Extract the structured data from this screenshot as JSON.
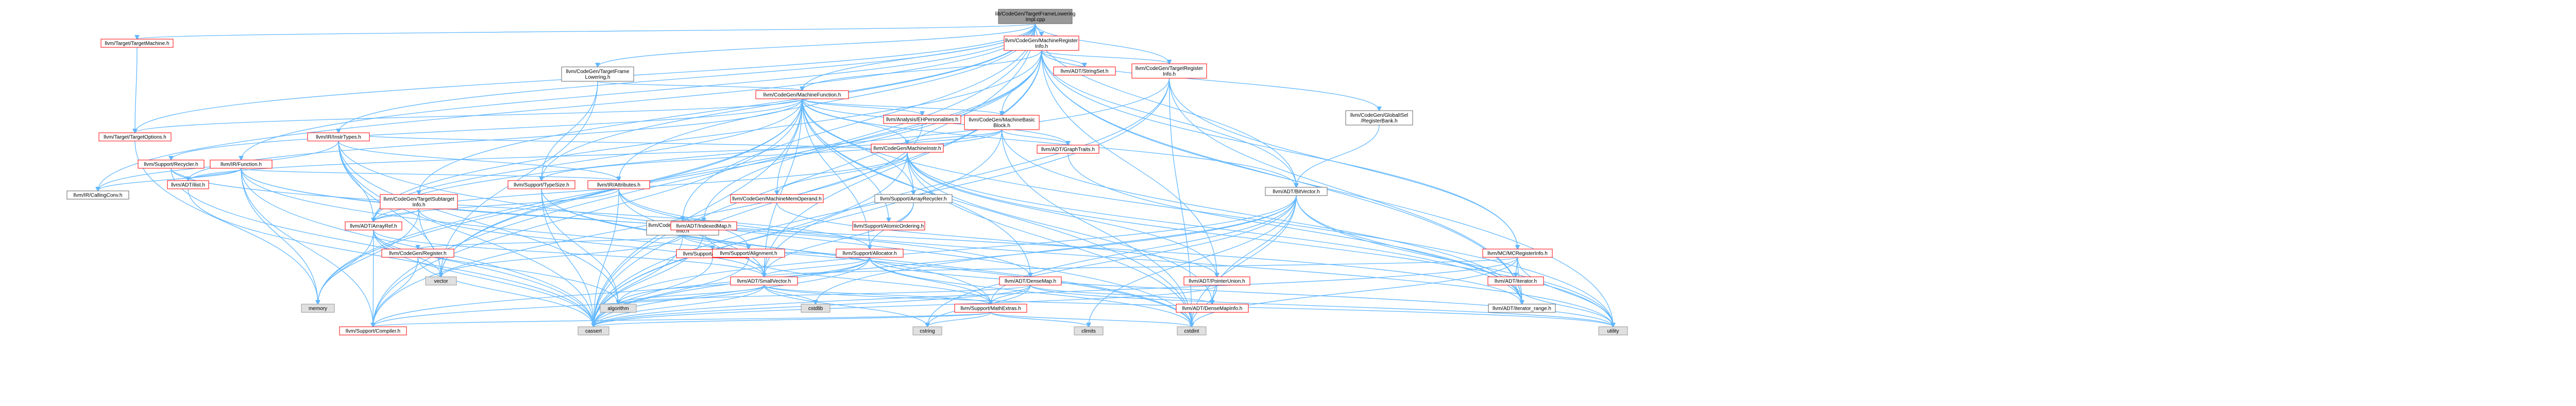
{
  "graph": {
    "colors": {
      "red_border": "#ff0000",
      "gray_fill": "#e0e0e0",
      "root_fill": "#999999",
      "edge": "#63b8ff"
    },
    "nodes": [
      {
        "id": "root",
        "lines": [
          "lib/CodeGen/TargetFrameLowering",
          "Impl.cpp"
        ],
        "style": "root"
      },
      {
        "id": "TargetMachine",
        "lines": [
          "llvm/Target/TargetMachine.h"
        ],
        "style": "red"
      },
      {
        "id": "TargetOptions",
        "lines": [
          "llvm/Target/TargetOptions.h"
        ],
        "style": "red"
      },
      {
        "id": "IRFunction",
        "lines": [
          "llvm/IR/Function.h"
        ],
        "style": "red"
      },
      {
        "id": "IRAttributes",
        "lines": [
          "llvm/IR/Attributes.h"
        ],
        "style": "red"
      },
      {
        "id": "IRCallingConv",
        "lines": [
          "llvm/IR/CallingConv.h"
        ],
        "style": "plain"
      },
      {
        "id": "IRInstrTypes",
        "lines": [
          "llvm/IR/InstrTypes.h"
        ],
        "style": "red"
      },
      {
        "id": "SupportRecycler",
        "lines": [
          "llvm/Support/Recycler.h"
        ],
        "style": "red"
      },
      {
        "id": "ADTilist",
        "lines": [
          "llvm/ADT/ilist.h"
        ],
        "style": "red"
      },
      {
        "id": "TFLowering",
        "lines": [
          "llvm/CodeGen/TargetFrame",
          "Lowering.h"
        ],
        "style": "plain"
      },
      {
        "id": "SupportTypeSize",
        "lines": [
          "llvm/Support/TypeSize.h"
        ],
        "style": "red"
      },
      {
        "id": "TargetSubtarget",
        "lines": [
          "llvm/CodeGen/TargetSubtarget",
          "Info.h"
        ],
        "style": "red"
      },
      {
        "id": "ADTArrayRef",
        "lines": [
          "llvm/ADT/ArrayRef.h"
        ],
        "style": "red"
      },
      {
        "id": "MFunction",
        "lines": [
          "llvm/CodeGen/MachineFunction.h"
        ],
        "style": "red"
      },
      {
        "id": "MFrameInfo",
        "lines": [
          "llvm/CodeGen/MachineFrame",
          "Info.h"
        ],
        "style": "plain"
      },
      {
        "id": "SupportDataTypes",
        "lines": [
          "llvm/Support/DataTypes.h"
        ],
        "style": "red"
      },
      {
        "id": "CodeGenRegister",
        "lines": [
          "llvm/CodeGen/Register.h"
        ],
        "style": "red"
      },
      {
        "id": "ADTIndexedMap",
        "lines": [
          "llvm/ADT/IndexedMap.h"
        ],
        "style": "red"
      },
      {
        "id": "SupportAlignment",
        "lines": [
          "llvm/Support/Alignment.h"
        ],
        "style": "red"
      },
      {
        "id": "ADTSmallVector",
        "lines": [
          "llvm/ADT/SmallVector.h"
        ],
        "style": "red"
      },
      {
        "id": "MRegInfo",
        "lines": [
          "llvm/CodeGen/MachineRegister",
          "Info.h"
        ],
        "style": "red"
      },
      {
        "id": "ADTStringSet",
        "lines": [
          "llvm/ADT/StringSet.h"
        ],
        "style": "red"
      },
      {
        "id": "TRegInfo",
        "lines": [
          "llvm/CodeGen/TargetRegister",
          "Info.h"
        ],
        "style": "red"
      },
      {
        "id": "GlobalISel",
        "lines": [
          "llvm/CodeGen/GlobalISel",
          "/RegisterBank.h"
        ],
        "style": "plain"
      },
      {
        "id": "MBasicBlock",
        "lines": [
          "llvm/CodeGen/MachineBasic",
          "Block.h"
        ],
        "style": "red"
      },
      {
        "id": "EHPersonalities",
        "lines": [
          "llvm/Analysis/EHPersonalities.h"
        ],
        "style": "red"
      },
      {
        "id": "MInstr",
        "lines": [
          "llvm/CodeGen/MachineInstr.h"
        ],
        "style": "red"
      },
      {
        "id": "ArrayRecycler",
        "lines": [
          "llvm/Support/ArrayRecycler.h"
        ],
        "style": "plain"
      },
      {
        "id": "MMemOperand",
        "lines": [
          "llvm/CodeGen/MachineMemOperand.h"
        ],
        "style": "red"
      },
      {
        "id": "AtomicOrdering",
        "lines": [
          "llvm/Support/AtomicOrdering.h"
        ],
        "style": "red"
      },
      {
        "id": "SupportAllocator",
        "lines": [
          "llvm/Support/Allocator.h"
        ],
        "style": "red"
      },
      {
        "id": "ADTGraphTraits",
        "lines": [
          "llvm/ADT/GraphTraits.h"
        ],
        "style": "red"
      },
      {
        "id": "ADTBitVector",
        "lines": [
          "llvm/ADT/BitVector.h"
        ],
        "style": "plain"
      },
      {
        "id": "ADTDenseMap",
        "lines": [
          "llvm/ADT/DenseMap.h"
        ],
        "style": "red"
      },
      {
        "id": "ADTPointerUnion",
        "lines": [
          "llvm/ADT/PointerUnion.h"
        ],
        "style": "red"
      },
      {
        "id": "ADTDenseMapInfo",
        "lines": [
          "llvm/ADT/DenseMapInfo.h"
        ],
        "style": "red"
      },
      {
        "id": "MCRegisterInfo",
        "lines": [
          "llvm/MC/MCRegisterInfo.h"
        ],
        "style": "red"
      },
      {
        "id": "ADTiterator",
        "lines": [
          "llvm/ADT/iterator.h"
        ],
        "style": "red"
      },
      {
        "id": "ADTiteratorrange",
        "lines": [
          "llvm/ADT/iterator_range.h"
        ],
        "style": "plain"
      },
      {
        "id": "SupportMathExtras",
        "lines": [
          "llvm/Support/MathExtras.h"
        ],
        "style": "red"
      },
      {
        "id": "SupportCompiler",
        "lines": [
          "llvm/Support/Compiler.h"
        ],
        "style": "red"
      },
      {
        "id": "vector",
        "lines": [
          "vector"
        ],
        "style": "gray"
      },
      {
        "id": "memory",
        "lines": [
          "memory"
        ],
        "style": "gray"
      },
      {
        "id": "algorithm",
        "lines": [
          "algorithm"
        ],
        "style": "gray"
      },
      {
        "id": "cstdlib",
        "lines": [
          "cstdlib"
        ],
        "style": "gray"
      },
      {
        "id": "cassert",
        "lines": [
          "cassert"
        ],
        "style": "gray"
      },
      {
        "id": "cstring",
        "lines": [
          "cstring"
        ],
        "style": "gray"
      },
      {
        "id": "climits",
        "lines": [
          "climits"
        ],
        "style": "gray"
      },
      {
        "id": "cstdint",
        "lines": [
          "cstdint"
        ],
        "style": "gray"
      },
      {
        "id": "utility",
        "lines": [
          "utility"
        ],
        "style": "gray"
      }
    ],
    "edges": [
      [
        "root",
        "TargetMachine"
      ],
      [
        "root",
        "TargetOptions"
      ],
      [
        "root",
        "IRFunction"
      ],
      [
        "root",
        "IRCallingConv"
      ],
      [
        "root",
        "IRInstrTypes"
      ],
      [
        "root",
        "TFLowering"
      ],
      [
        "root",
        "TargetSubtarget"
      ],
      [
        "root",
        "MFunction"
      ],
      [
        "root",
        "MFrameInfo"
      ],
      [
        "root",
        "MRegInfo"
      ],
      [
        "root",
        "TRegInfo"
      ],
      [
        "root",
        "ADTBitVector"
      ],
      [
        "root",
        "SupportCompiler"
      ],
      [
        "root",
        "cassert"
      ],
      [
        "root",
        "SupportTypeSize"
      ],
      [
        "root",
        "IRAttributes"
      ],
      [
        "TargetMachine",
        "TargetOptions"
      ],
      [
        "TargetOptions",
        "memory"
      ],
      [
        "TFLowering",
        "MFunction"
      ],
      [
        "TFLowering",
        "SupportTypeSize"
      ],
      [
        "TFLowering",
        "vector"
      ],
      [
        "MFunction",
        "MBasicBlock"
      ],
      [
        "MFunction",
        "MInstr"
      ],
      [
        "MFunction",
        "EHPersonalities"
      ],
      [
        "MFunction",
        "ADTGraphTraits"
      ],
      [
        "MFunction",
        "ArrayRecycler"
      ],
      [
        "MFunction",
        "SupportRecycler"
      ],
      [
        "MFunction",
        "ADTilist"
      ],
      [
        "MFunction",
        "ADTBitVector"
      ],
      [
        "MFunction",
        "MMemOperand"
      ],
      [
        "MFunction",
        "SupportAllocator"
      ],
      [
        "MFunction",
        "ADTSmallVector"
      ],
      [
        "MFunction",
        "ADTDenseMap"
      ],
      [
        "MFunction",
        "ADTArrayRef"
      ],
      [
        "MFunction",
        "TargetOptions"
      ],
      [
        "MFunction",
        "AtomicOrdering"
      ],
      [
        "MFunction",
        "SupportCompiler"
      ],
      [
        "MFunction",
        "cassert"
      ],
      [
        "MFunction",
        "memory"
      ],
      [
        "MFunction",
        "utility"
      ],
      [
        "MFunction",
        "vector"
      ],
      [
        "MFunction",
        "cstdint"
      ],
      [
        "MRegInfo",
        "MFunction"
      ],
      [
        "MRegInfo",
        "MBasicBlock"
      ],
      [
        "MRegInfo",
        "TRegInfo"
      ],
      [
        "MRegInfo",
        "ADTStringSet"
      ],
      [
        "MRegInfo",
        "GlobalISel"
      ],
      [
        "MRegInfo",
        "ADTIndexedMap"
      ],
      [
        "MRegInfo",
        "ADTBitVector"
      ],
      [
        "MRegInfo",
        "ADTiteratorrange"
      ],
      [
        "MRegInfo",
        "ADTArrayRef"
      ],
      [
        "MRegInfo",
        "ADTPointerUnion"
      ],
      [
        "MRegInfo",
        "ADTSmallVector"
      ],
      [
        "MRegInfo",
        "MCRegisterInfo"
      ],
      [
        "MRegInfo",
        "cassert"
      ],
      [
        "MRegInfo",
        "cstddef"
      ],
      [
        "MRegInfo",
        "iterator"
      ],
      [
        "MRegInfo",
        "memory"
      ],
      [
        "MRegInfo",
        "utility"
      ],
      [
        "MRegInfo",
        "vector"
      ],
      [
        "TRegInfo",
        "MCRegisterInfo"
      ],
      [
        "TRegInfo",
        "ADTArrayRef"
      ],
      [
        "TRegInfo",
        "ADTSmallVector"
      ],
      [
        "TRegInfo",
        "ADTiteratorrange"
      ],
      [
        "TRegInfo",
        "MathExtras"
      ],
      [
        "TRegInfo",
        "cassert"
      ],
      [
        "TRegInfo",
        "cstdint"
      ],
      [
        "TRegInfo",
        "functional"
      ],
      [
        "MBasicBlock",
        "ADTGraphTraits"
      ],
      [
        "MBasicBlock",
        "MInstr"
      ],
      [
        "MBasicBlock",
        "ADTilist"
      ],
      [
        "MBasicBlock",
        "ADTiteratorrange"
      ],
      [
        "MBasicBlock",
        "cassert"
      ],
      [
        "MBasicBlock",
        "cstdint"
      ],
      [
        "MBasicBlock",
        "SupportTypeSize"
      ],
      [
        "MInstr",
        "ADTDenseMapInfo"
      ],
      [
        "MInstr",
        "ADTPointerUnion"
      ],
      [
        "MInstr",
        "ADTiteratorrange"
      ],
      [
        "MInstr",
        "ArrayRecycler"
      ],
      [
        "MInstr",
        "MMemOperand"
      ],
      [
        "MInstr",
        "IRInstrTypes"
      ],
      [
        "MInstr",
        "cassert"
      ],
      [
        "MInstr",
        "cstdint"
      ],
      [
        "MInstr",
        "utility"
      ],
      [
        "MInstr",
        "ADTArrayRef"
      ],
      [
        "ArrayRecycler",
        "SupportAllocator"
      ],
      [
        "ArrayRecycler",
        "ADTSmallVector"
      ],
      [
        "SupportAllocator",
        "ADTSmallVector"
      ],
      [
        "SupportAllocator",
        "SupportAlignment"
      ],
      [
        "SupportAllocator",
        "SupportMathExtras"
      ],
      [
        "SupportAllocator",
        "SupportCompiler"
      ],
      [
        "SupportAllocator",
        "algorithm"
      ],
      [
        "SupportAllocator",
        "cassert"
      ],
      [
        "SupportAllocator",
        "cstddef"
      ],
      [
        "SupportAllocator",
        "cstdint"
      ],
      [
        "SupportAllocator",
        "iterator"
      ],
      [
        "SupportAllocator",
        "utility"
      ],
      [
        "ADTBitVector",
        "ADTiteratorrange"
      ],
      [
        "ADTBitVector",
        "SupportMathExtras"
      ],
      [
        "ADTBitVector",
        "algorithm"
      ],
      [
        "ADTBitVector",
        "cassert"
      ],
      [
        "ADTBitVector",
        "climits"
      ],
      [
        "ADTBitVector",
        "cstdint"
      ],
      [
        "ADTBitVector",
        "cstdlib"
      ],
      [
        "ADTBitVector",
        "cstring"
      ],
      [
        "ADTBitVector",
        "utility"
      ],
      [
        "ADTBitVector",
        "ADTDenseMapInfo"
      ],
      [
        "ADTDenseMap",
        "ADTDenseMapInfo"
      ],
      [
        "ADTDenseMap",
        "SupportMathExtras"
      ],
      [
        "ADTDenseMap",
        "algorithm"
      ],
      [
        "ADTDenseMap",
        "cassert"
      ],
      [
        "ADTDenseMap",
        "cstddef"
      ],
      [
        "ADTDenseMap",
        "cstring"
      ],
      [
        "ADTDenseMap",
        "utility"
      ],
      [
        "ADTPointerUnion",
        "ADTDenseMapInfo"
      ],
      [
        "ADTPointerUnion",
        "cassert"
      ],
      [
        "ADTPointerUnion",
        "cstddef"
      ],
      [
        "ADTPointerUnion",
        "cstdint"
      ],
      [
        "MCRegisterInfo",
        "ADTiterator"
      ],
      [
        "MCRegisterInfo",
        "ADTiteratorrange"
      ],
      [
        "MCRegisterInfo",
        "ADTSmallVector"
      ],
      [
        "MCRegisterInfo",
        "cassert"
      ],
      [
        "MCRegisterInfo",
        "cstdint"
      ],
      [
        "MCRegisterInfo",
        "utility"
      ],
      [
        "ADTiterator",
        "ADTiteratorrange"
      ],
      [
        "ADTiterator",
        "cstddef"
      ],
      [
        "ADTiterator",
        "utility"
      ],
      [
        "ADTSmallVector",
        "SupportCompiler"
      ],
      [
        "ADTSmallVector",
        "algorithm"
      ],
      [
        "ADTSmallVector",
        "cassert"
      ],
      [
        "ADTSmallVector",
        "cstddef"
      ],
      [
        "ADTSmallVector",
        "cstdlib"
      ],
      [
        "ADTSmallVector",
        "cstring"
      ],
      [
        "ADTSmallVector",
        "SupportMathExtras"
      ],
      [
        "ADTSmallVector",
        "utility"
      ],
      [
        "SupportMathExtras",
        "SupportCompiler"
      ],
      [
        "SupportMathExtras",
        "cassert"
      ],
      [
        "SupportMathExtras",
        "climits"
      ],
      [
        "SupportMathExtras",
        "cstdint"
      ],
      [
        "SupportMathExtras",
        "cstring"
      ],
      [
        "ADTArrayRef",
        "ADTSmallVector"
      ],
      [
        "ADTArrayRef",
        "SupportCompiler"
      ],
      [
        "ADTArrayRef",
        "algorithm"
      ],
      [
        "ADTArrayRef",
        "cassert"
      ],
      [
        "ADTArrayRef",
        "cstddef"
      ],
      [
        "ADTArrayRef",
        "memory"
      ],
      [
        "ADTArrayRef",
        "vector"
      ],
      [
        "SupportAlignment",
        "SupportMathExtras"
      ],
      [
        "SupportAlignment",
        "cassert"
      ],
      [
        "ADTIndexedMap",
        "ADTSmallVector"
      ],
      [
        "ADTIndexedMap",
        "cassert"
      ],
      [
        "SupportTypeSize",
        "SupportMathExtras"
      ],
      [
        "SupportTypeSize",
        "algorithm"
      ],
      [
        "SupportTypeSize",
        "cassert"
      ],
      [
        "SupportTypeSize",
        "cstdint"
      ],
      [
        "MFrameInfo",
        "SupportAlignment"
      ],
      [
        "MFrameInfo",
        "CodeGenRegister"
      ],
      [
        "MFrameInfo",
        "SupportDataTypes"
      ],
      [
        "MFrameInfo",
        "cassert"
      ],
      [
        "MFrameInfo",
        "vector"
      ],
      [
        "TargetSubtarget",
        "ADTArrayRef"
      ],
      [
        "TargetSubtarget",
        "ADTSmallVector"
      ],
      [
        "TargetSubtarget",
        "vector"
      ],
      [
        "TargetSubtarget",
        "memory"
      ],
      [
        "IRFunction",
        "IRAttributes"
      ],
      [
        "IRFunction",
        "IRCallingConv"
      ],
      [
        "IRFunction",
        "ADTilist"
      ],
      [
        "IRFunction",
        "ADTiteratorrange"
      ],
      [
        "IRFunction",
        "SupportCompiler"
      ],
      [
        "IRFunction",
        "cassert"
      ],
      [
        "IRFunction",
        "cstddef"
      ],
      [
        "IRFunction",
        "cstdint"
      ],
      [
        "IRFunction",
        "memory"
      ],
      [
        "IRFunction",
        "ADTDenseMap"
      ],
      [
        "IRAttributes",
        "SupportAlignment"
      ],
      [
        "IRAttributes",
        "ADTArrayRef"
      ],
      [
        "IRAttributes",
        "ADTSmallVector"
      ],
      [
        "IRAttributes",
        "cassert"
      ],
      [
        "IRAttributes",
        "utility"
      ],
      [
        "IRInstrTypes",
        "IRAttributes"
      ],
      [
        "IRInstrTypes",
        "IRCallingConv"
      ],
      [
        "IRInstrTypes",
        "ADTArrayRef"
      ],
      [
        "IRInstrTypes",
        "algorithm"
      ],
      [
        "IRInstrTypes",
        "cassert"
      ],
      [
        "IRInstrTypes",
        "cstddef"
      ],
      [
        "IRInstrTypes",
        "cstdint"
      ],
      [
        "IRInstrTypes",
        "iterator"
      ],
      [
        "IRInstrTypes",
        "vector"
      ],
      [
        "SupportRecycler",
        "ADTilist"
      ],
      [
        "SupportRecycler",
        "SupportAllocator"
      ],
      [
        "SupportRecycler",
        "cassert"
      ],
      [
        "ADTilist",
        "cassert"
      ],
      [
        "ADTilist",
        "cstddef"
      ],
      [
        "EHPersonalities",
        "SupportCompiler"
      ],
      [
        "MMemOperand",
        "SupportAtomicOrdering"
      ],
      [
        "MMemOperand",
        "ADTPointerUnion"
      ],
      [
        "GlobalISel",
        "ADTBitVector"
      ],
      [
        "ADTGraphTraits",
        "ADTiteratorrange"
      ],
      [
        "CodeGenRegister",
        "SupportCompiler"
      ],
      [
        "CodeGenRegister",
        "cassert"
      ],
      [
        "SupportDataTypes",
        "cassert"
      ]
    ]
  }
}
